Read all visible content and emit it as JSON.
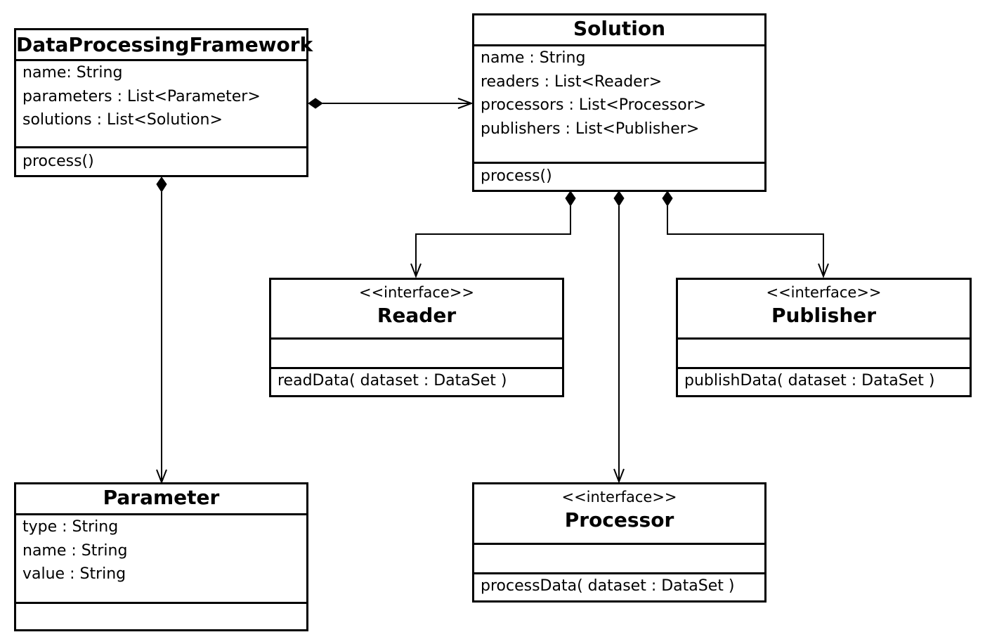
{
  "diagram": {
    "classes": {
      "framework": {
        "name": "DataProcessingFramework",
        "attributes": [
          "name: String",
          "parameters : List<Parameter>",
          "solutions : List<Solution>"
        ],
        "operations": [
          "process()"
        ]
      },
      "solution": {
        "name": "Solution",
        "attributes": [
          "name : String",
          "readers : List<Reader>",
          "processors : List<Processor>",
          "publishers : List<Publisher>"
        ],
        "operations": [
          "process()"
        ]
      },
      "reader": {
        "stereotype": "<<interface>>",
        "name": "Reader",
        "operations": [
          "readData( dataset : DataSet )"
        ]
      },
      "publisher": {
        "stereotype": "<<interface>>",
        "name": "Publisher",
        "operations": [
          "publishData( dataset : DataSet )"
        ]
      },
      "processor": {
        "stereotype": "<<interface>>",
        "name": "Processor",
        "operations": [
          "processData( dataset : DataSet )"
        ]
      },
      "parameter": {
        "name": "Parameter",
        "attributes": [
          "type : String",
          "name : String",
          "value : String"
        ],
        "operations": []
      }
    },
    "relationships": [
      {
        "type": "composition",
        "from": "DataProcessingFramework",
        "to": "Solution"
      },
      {
        "type": "composition",
        "from": "DataProcessingFramework",
        "to": "Parameter"
      },
      {
        "type": "composition",
        "from": "Solution",
        "to": "Reader"
      },
      {
        "type": "composition",
        "from": "Solution",
        "to": "Processor"
      },
      {
        "type": "composition",
        "from": "Solution",
        "to": "Publisher"
      }
    ]
  }
}
